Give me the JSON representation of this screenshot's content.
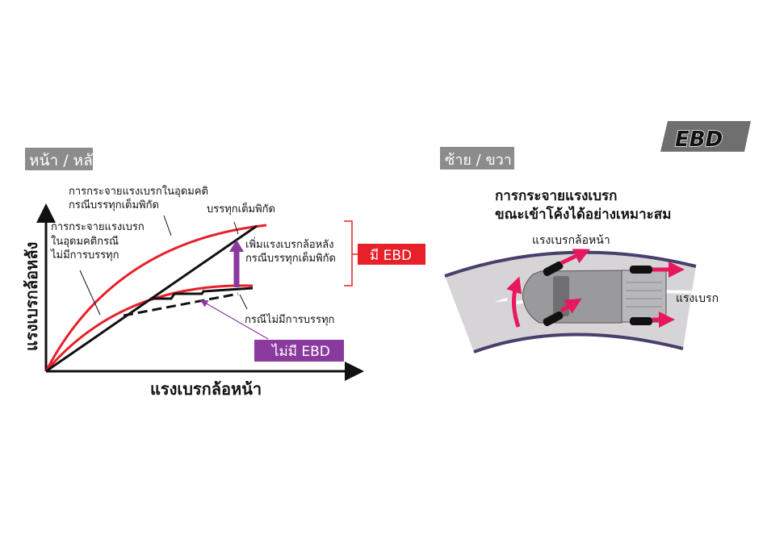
{
  "left_panel": {
    "tag": "หน้า / หลัง",
    "y_axis_label": "แรงเบรกล้อหลัง",
    "x_axis_label": "แรงเบรกล้อหน้า",
    "ideal_full_label": [
      "การกระจายแรงเบรกในอุดมคติ",
      "กรณีบรรทุกเต็มพิกัด"
    ],
    "ideal_empty_label": [
      "การกระจายแรงเบรก",
      "ในอุดมคติกรณี",
      "ไม่มีการบรรทุก"
    ],
    "full_load_label": "บรรทุกเต็มพิกัด",
    "increase_label": [
      "เพิ่มแรงเบรกล้อหลัง",
      "กรณีบรรทุกเต็มพิกัด"
    ],
    "no_load_label": "กรณีไม่มีการบรรทุก",
    "with_ebd": "มี EBD",
    "without_ebd": "ไม่มี EBD"
  },
  "right_panel": {
    "tag": "ซ้าย / ขวา",
    "title": [
      "การกระจายแรงเบรก",
      "ขณะเข้าโค้งได้อย่างเหมาะสม"
    ],
    "front_brake_label": "แรงเบรกล้อหน้า",
    "brake_label": "แรงเบรก"
  },
  "logo": "EBD",
  "colors": {
    "red": "#e8202a",
    "purple": "#8a3a9e",
    "magenta": "#e8185c",
    "gray_tag": "#8c8c8c",
    "road_edge": "#4a3f6b",
    "road": "#d6d4d6"
  }
}
